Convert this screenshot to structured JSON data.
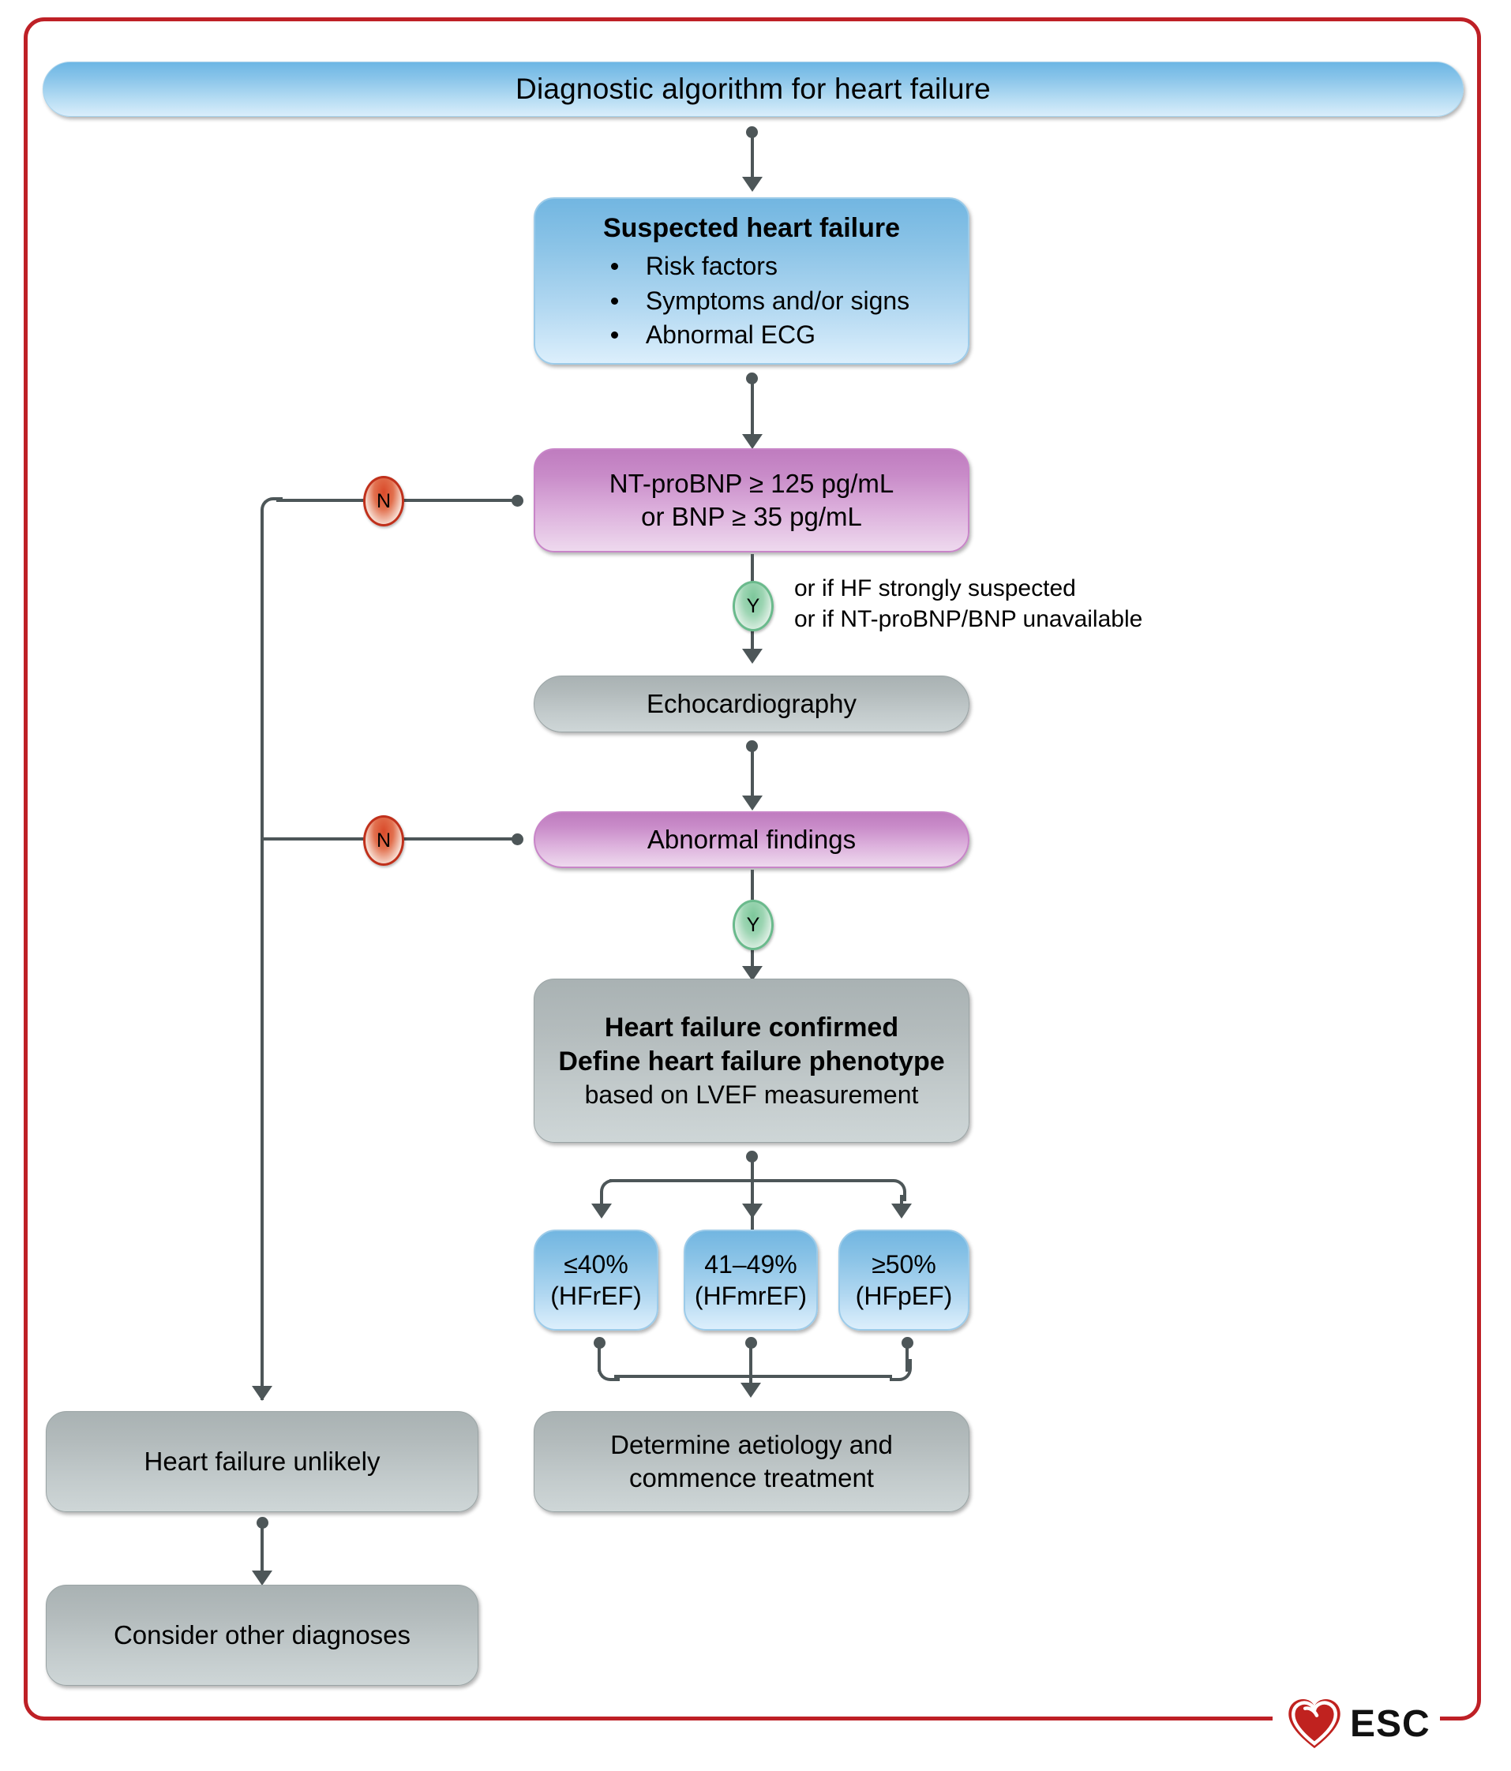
{
  "frame": {
    "border_color": "#BE2026"
  },
  "title": {
    "text": "Diagnostic algorithm for heart failure"
  },
  "nodes": {
    "suspected": {
      "heading": "Suspected heart failure",
      "bullets": [
        "Risk factors",
        "Symptoms and/or signs",
        "Abnormal ECG"
      ]
    },
    "biomarker": {
      "line1": "NT-proBNP ≥ 125 pg/mL",
      "line2": "or BNP ≥ 35 pg/mL"
    },
    "echo": {
      "text": "Echocardiography"
    },
    "abnormal": {
      "text": "Abnormal findings"
    },
    "confirmed": {
      "line1": "Heart failure confirmed",
      "line2": "Define heart failure phenotype",
      "line3": "based on LVEF measurement"
    },
    "hfref": {
      "line1": "≤40%",
      "line2": "(HFrEF)"
    },
    "hfmref": {
      "line1": "41–49%",
      "line2": "(HFmrEF)"
    },
    "hfpef": {
      "line1": "≥50%",
      "line2": "(HFpEF)"
    },
    "unlikely": {
      "text": "Heart failure unlikely"
    },
    "other_dx": {
      "text": "Consider other diagnoses"
    },
    "treatment": {
      "line1": "Determine aetiology and",
      "line2": "commence treatment"
    }
  },
  "markers": {
    "no_biomarker": "N",
    "no_abnormal": "N",
    "yes_biomarker": "Y",
    "yes_abnormal": "Y"
  },
  "notes": {
    "yes_biomarker_line1": "or if HF strongly suspected",
    "yes_biomarker_line2": "or if NT-proBNP/BNP unavailable"
  },
  "logo": {
    "text": "ESC",
    "icon": "heart-icon",
    "color": "#C0221F"
  },
  "colors": {
    "frame_red": "#BE2026",
    "blue_top": "#72b6e1",
    "blue_bottom": "#dceffc",
    "pink_top": "#bf7cbf",
    "pink_bottom": "#eed9ee",
    "grey_top": "#a9b2b3",
    "grey_bottom": "#ced6d7",
    "connector": "#4d5658",
    "marker_no": "#d94a2a",
    "marker_yes": "#7cc79a"
  }
}
